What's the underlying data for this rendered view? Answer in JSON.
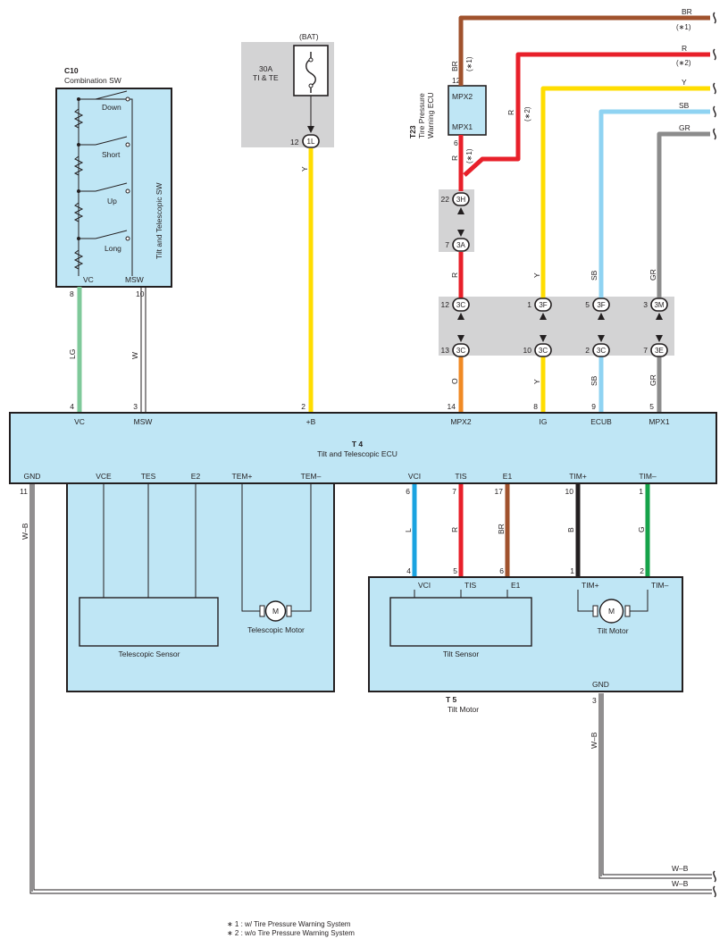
{
  "colors": {
    "BR": "#a0522d",
    "R": "#e8202a",
    "Y": "#ffdd00",
    "SB": "#8fd3f2",
    "GR": "#8c8c8c",
    "LG": "#7fc99a",
    "O": "#f08a24",
    "L": "#1aa3e0",
    "B": "#231f20",
    "G": "#16a34a",
    "box_fill": "#bfe6f5",
    "grey_zone": "#d3d3d4"
  },
  "c10": {
    "id": "C10",
    "name": "Combination SW",
    "side_label": "Tilt and Telescopic SW",
    "switches": [
      "Down",
      "Short",
      "Up",
      "Long"
    ],
    "pin_vc_label": "VC",
    "pin_msw_label": "MSW",
    "pin_vc_num": "8",
    "pin_msw_num": "10"
  },
  "bat": {
    "label": "(BAT)",
    "fuse_amp": "30A",
    "fuse_name": "TI & TE",
    "pin": "12",
    "connector": "1L"
  },
  "t23": {
    "id": "T23",
    "name_line1": "Tire Pressure",
    "name_line2": "Warning ECU",
    "mpx2": "MPX2",
    "mpx1": "MPX1",
    "pin_mpx2": "12",
    "pin_mpx1": "6"
  },
  "wires": {
    "br": "BR",
    "r": "R",
    "y": "Y",
    "sb": "SB",
    "gr": "GR",
    "lg": "LG",
    "w": "W",
    "o": "O",
    "l": "L",
    "b": "B",
    "g": "G",
    "wb": "W–B"
  },
  "right_labels": {
    "br": "BR",
    "br_note": "(∗1)",
    "r": "R",
    "r_note": "(∗2)",
    "y": "Y",
    "sb": "SB",
    "gr": "GR",
    "wb1": "W–B",
    "wb2": "W–B"
  },
  "notes": {
    "star1": "(∗1)",
    "star2": "(∗2)",
    "legend1": "∗ 1 : w/ Tire Pressure Warning System",
    "legend2": "∗ 2 : w/o Tire Pressure Warning System"
  },
  "junctions": {
    "j3h": {
      "pin": "22",
      "conn": "3H"
    },
    "j3a": {
      "pin": "7",
      "conn": "3A"
    },
    "r1": [
      {
        "pin": "12",
        "conn": "3C"
      },
      {
        "pin": "1",
        "conn": "3F"
      },
      {
        "pin": "5",
        "conn": "3F"
      },
      {
        "pin": "3",
        "conn": "3M"
      }
    ],
    "r2": [
      {
        "pin": "13",
        "conn": "3C"
      },
      {
        "pin": "10",
        "conn": "3C"
      },
      {
        "pin": "2",
        "conn": "3C"
      },
      {
        "pin": "7",
        "conn": "3E"
      }
    ]
  },
  "t4": {
    "id": "T 4",
    "name": "Tilt and Telescopic ECU",
    "top_terminals": [
      {
        "label": "VC",
        "pin": "4"
      },
      {
        "label": "MSW",
        "pin": "3"
      },
      {
        "label": "+B",
        "pin": "2"
      },
      {
        "label": "MPX2",
        "pin": "14"
      },
      {
        "label": "IG",
        "pin": "8"
      },
      {
        "label": "ECUB",
        "pin": "9"
      },
      {
        "label": "MPX1",
        "pin": "5"
      }
    ],
    "bottom_terminals": [
      {
        "label": "GND",
        "pin": "11"
      },
      {
        "label": "VCE",
        "pin": ""
      },
      {
        "label": "TES",
        "pin": ""
      },
      {
        "label": "E2",
        "pin": ""
      },
      {
        "label": "TEM+",
        "pin": ""
      },
      {
        "label": "TEM–",
        "pin": ""
      },
      {
        "label": "VCI",
        "pin": "6"
      },
      {
        "label": "TIS",
        "pin": "7"
      },
      {
        "label": "E1",
        "pin": "17"
      },
      {
        "label": "TIM+",
        "pin": "10"
      },
      {
        "label": "TIM–",
        "pin": "1"
      }
    ],
    "telescopic_sensor": "Telescopic Sensor",
    "telescopic_motor": "Telescopic Motor",
    "motor_symbol": "M"
  },
  "t5": {
    "id": "T 5",
    "name": "Tilt Motor",
    "terminals": [
      {
        "label": "VCI",
        "pin": "4"
      },
      {
        "label": "TIS",
        "pin": "5"
      },
      {
        "label": "E1",
        "pin": "6"
      },
      {
        "label": "TIM+",
        "pin": "1"
      },
      {
        "label": "TIM–",
        "pin": "2"
      }
    ],
    "gnd_label": "GND",
    "gnd_pin": "3",
    "tilt_sensor": "Tilt Sensor",
    "tilt_motor": "Tilt Motor",
    "motor_symbol": "M"
  }
}
